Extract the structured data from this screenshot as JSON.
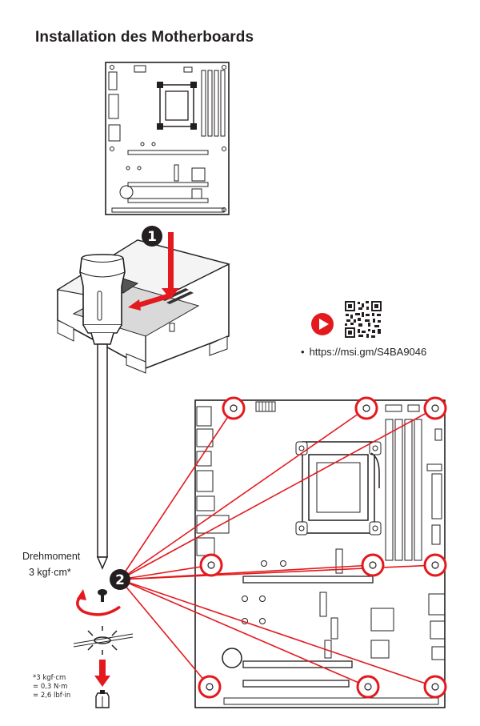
{
  "page": {
    "title": "Installation des Motherboards"
  },
  "video": {
    "play_icon": "play-circle-icon",
    "qr_icon": "qr-code-icon",
    "bullet": "•",
    "url": "https://msi.gm/S4BA9046"
  },
  "steps": [
    {
      "number": "1"
    },
    {
      "number": "2"
    }
  ],
  "torque": {
    "label": "Drehmoment",
    "value": "3 kgf·cm*"
  },
  "footnote": {
    "line1": "*3 kgf·cm",
    "line2": "= 0,3 N·m",
    "line3": "= 2,6 lbf·in"
  },
  "colors": {
    "accent_red": "#e3191e",
    "ink": "#231f20"
  }
}
